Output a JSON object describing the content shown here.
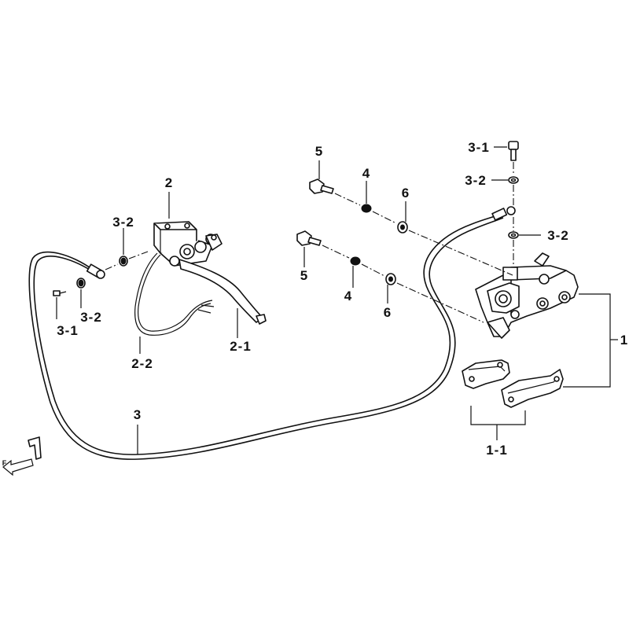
{
  "labels": {
    "l2": "2",
    "l3_2_left": "3-2",
    "l3_2_left_b": "3-2",
    "l3_1_left": "3-1",
    "l2_2": "2-2",
    "l2_1": "2-1",
    "l3": "3",
    "l5_top": "5",
    "l4_top": "4",
    "l6_top": "6",
    "l5_bottom": "5",
    "l4_bottom": "4",
    "l6_bottom": "6",
    "l3_1_right": "3-1",
    "l3_2_right_top": "3-2",
    "l3_2_right_mid": "3-2",
    "l1": "1",
    "l1_1": "1-1",
    "front_marker": "F"
  },
  "icons": [
    "front-direction-arrow-icon"
  ]
}
